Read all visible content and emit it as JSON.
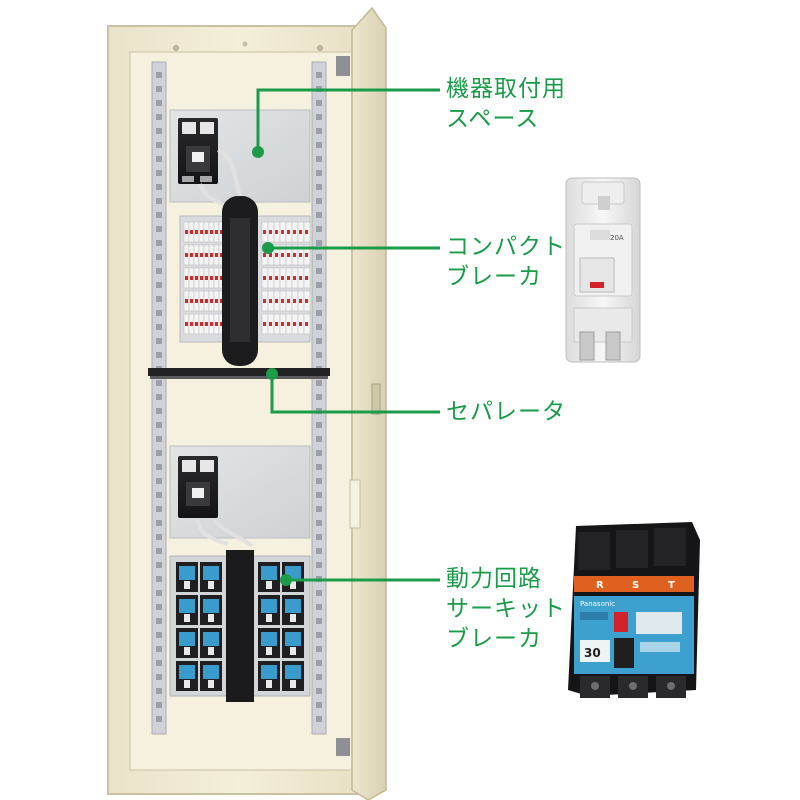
{
  "accent_color": "#1a9c4a",
  "callouts": {
    "equipment_space": {
      "lines": [
        "機器取付用",
        "スペース"
      ]
    },
    "compact_breaker": {
      "lines": [
        "コンパクト",
        "ブレーカ"
      ]
    },
    "separator": {
      "lines": [
        "セパレータ"
      ]
    },
    "power_circuit_breaker": {
      "lines": [
        "動力回路",
        "サーキット",
        "ブレーカ"
      ]
    }
  },
  "product_labels": {
    "compact_breaker_rating": "20A",
    "power_breaker_phases": [
      "R",
      "S",
      "T"
    ],
    "power_breaker_brand": "Panasonic",
    "power_breaker_rating": "30"
  }
}
